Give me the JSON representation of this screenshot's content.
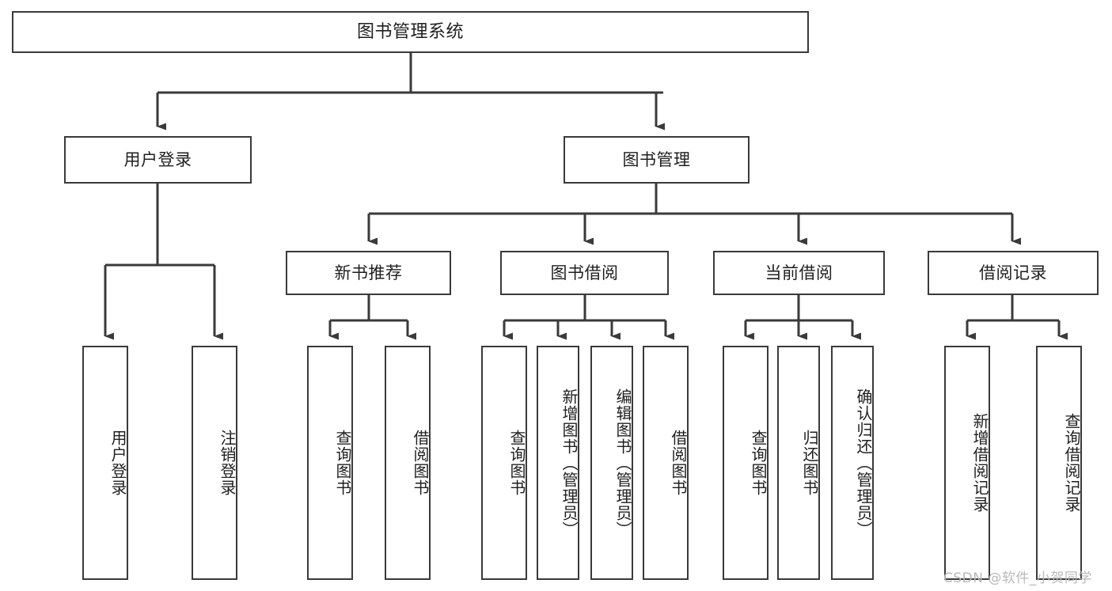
{
  "diagram": {
    "title": "图书管理系统",
    "type": "functional-structure-tree",
    "orientation": "top-down",
    "edge_color": "#3a3a3a",
    "node_border_color": "#3a3a3a",
    "node_fill_color": "#ffffff",
    "text_color": "#1f1f1f"
  },
  "watermark": {
    "text": "CSDN @软件_小贺同学",
    "color": "#b9b9b9"
  },
  "nodes": {
    "root": {
      "label": "图书管理系统"
    },
    "level2": [
      {
        "label": "用户登录"
      },
      {
        "label": "图书管理"
      }
    ],
    "level3": [
      {
        "label": "新书推荐"
      },
      {
        "label": "图书借阅"
      },
      {
        "label": "当前借阅"
      },
      {
        "label": "借阅记录"
      }
    ],
    "leaves": {
      "user_login": [
        {
          "label": "用户登录"
        },
        {
          "label": "注销登录"
        }
      ],
      "new_book_recommend": [
        {
          "label": "查询图书"
        },
        {
          "label": "借阅图书"
        }
      ],
      "book_borrow": [
        {
          "label": "查询图书"
        },
        {
          "label": "新增图书（管理员）"
        },
        {
          "label": "编辑图书（管理员）"
        },
        {
          "label": "借阅图书"
        }
      ],
      "current_borrow": [
        {
          "label": "查询图书"
        },
        {
          "label": "归还图书"
        },
        {
          "label": "确认归还（管理员）"
        }
      ],
      "borrow_record": [
        {
          "label": "新增借阅记录"
        },
        {
          "label": "查询借阅记录"
        }
      ]
    }
  },
  "chart_data": {
    "type": "tree",
    "title": "图书管理系统",
    "edges": [
      [
        "图书管理系统",
        "用户登录"
      ],
      [
        "图书管理系统",
        "图书管理"
      ],
      [
        "用户登录",
        "用户登录"
      ],
      [
        "用户登录",
        "注销登录"
      ],
      [
        "图书管理",
        "新书推荐"
      ],
      [
        "图书管理",
        "图书借阅"
      ],
      [
        "图书管理",
        "当前借阅"
      ],
      [
        "图书管理",
        "借阅记录"
      ],
      [
        "新书推荐",
        "查询图书"
      ],
      [
        "新书推荐",
        "借阅图书"
      ],
      [
        "图书借阅",
        "查询图书"
      ],
      [
        "图书借阅",
        "新增图书（管理员）"
      ],
      [
        "图书借阅",
        "编辑图书（管理员）"
      ],
      [
        "图书借阅",
        "借阅图书"
      ],
      [
        "当前借阅",
        "查询图书"
      ],
      [
        "当前借阅",
        "归还图书"
      ],
      [
        "当前借阅",
        "确认归还（管理员）"
      ],
      [
        "借阅记录",
        "新增借阅记录"
      ],
      [
        "借阅记录",
        "查询借阅记录"
      ]
    ],
    "depth": 4
  }
}
